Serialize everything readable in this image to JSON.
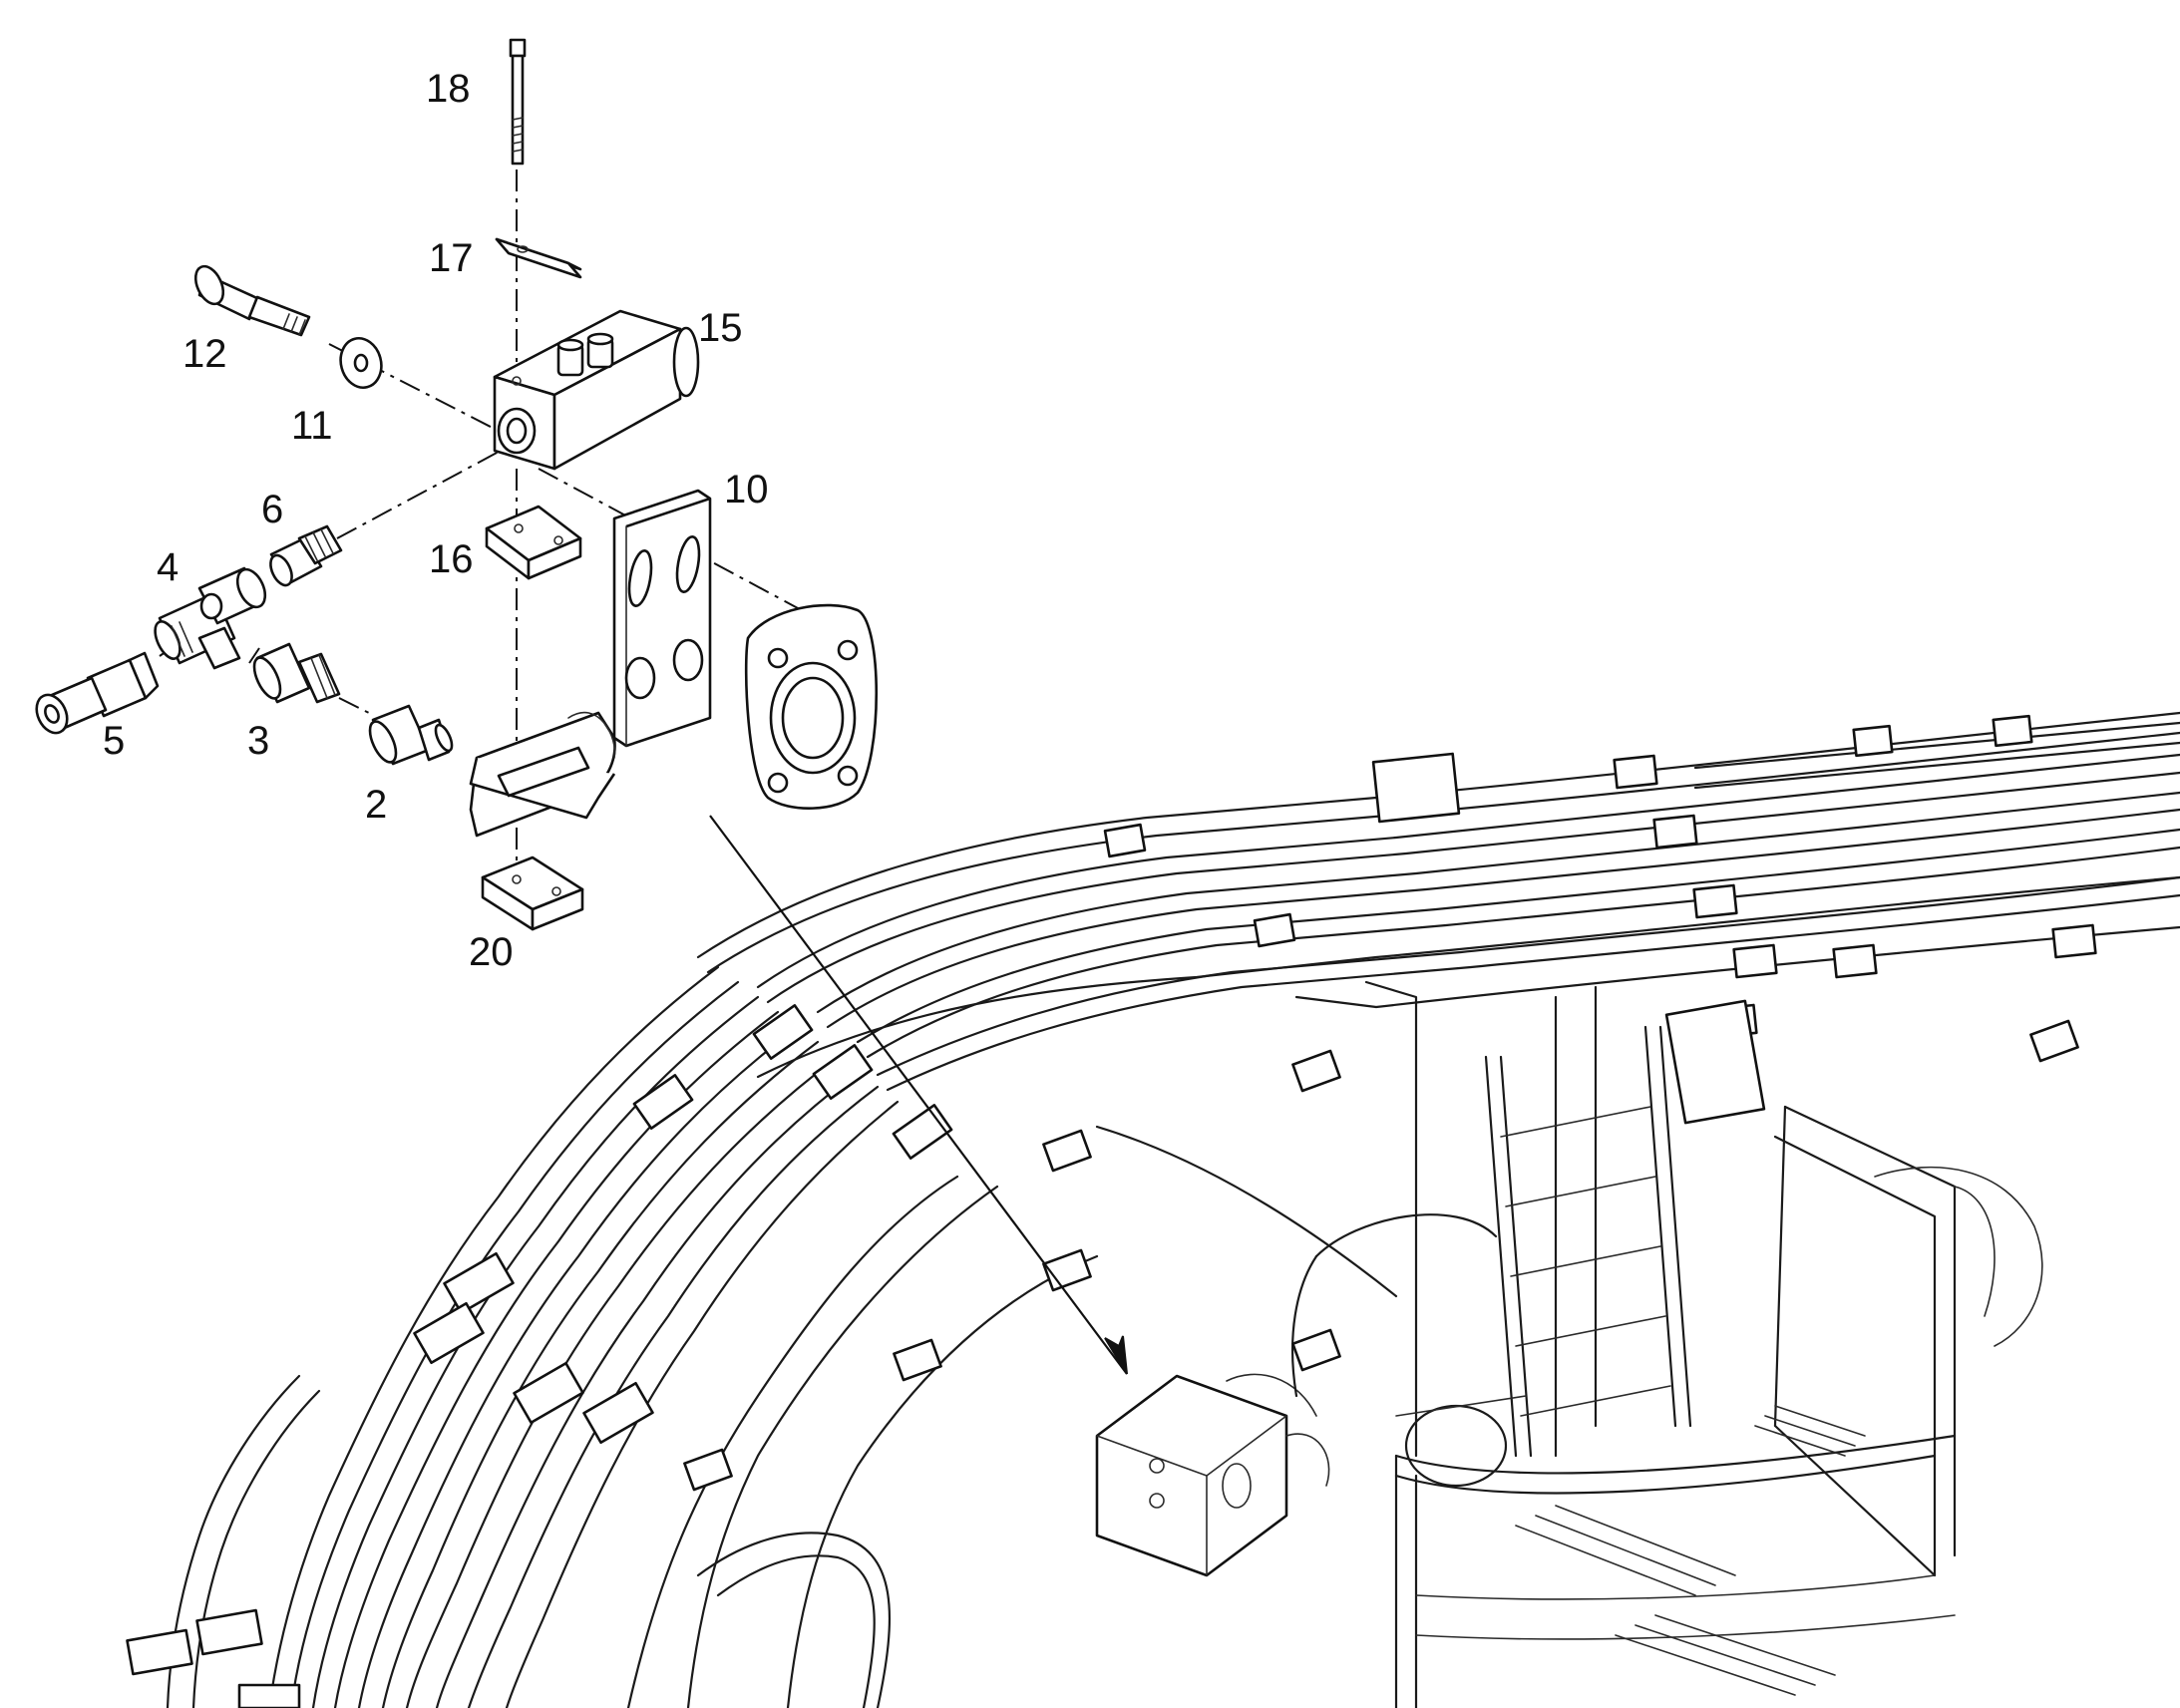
{
  "diagram": {
    "callouts": [
      {
        "id": "c18",
        "label": "18"
      },
      {
        "id": "c17",
        "label": "17"
      },
      {
        "id": "c15",
        "label": "15"
      },
      {
        "id": "c12",
        "label": "12"
      },
      {
        "id": "c11",
        "label": "11"
      },
      {
        "id": "c10",
        "label": "10"
      },
      {
        "id": "c6",
        "label": "6"
      },
      {
        "id": "c4",
        "label": "4"
      },
      {
        "id": "c16",
        "label": "16"
      },
      {
        "id": "c5",
        "label": "5"
      },
      {
        "id": "c3",
        "label": "3"
      },
      {
        "id": "c2",
        "label": "2"
      },
      {
        "id": "c20",
        "label": "20"
      }
    ],
    "colors": {
      "line": "#111111",
      "background": "#ffffff"
    }
  }
}
